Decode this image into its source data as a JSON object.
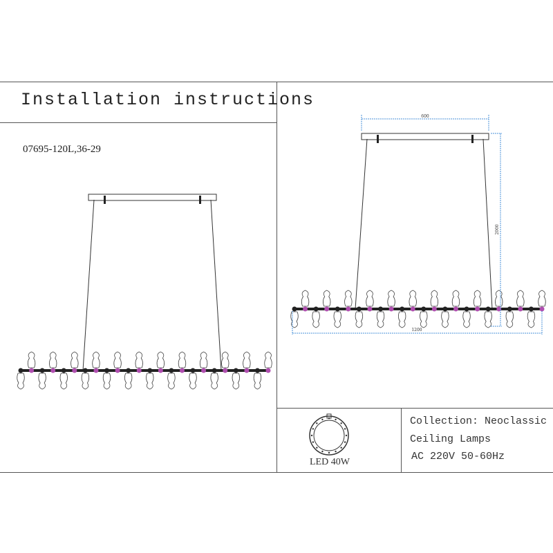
{
  "title": "Installation instructions",
  "model": "07695-120L,36-29",
  "dimensions": {
    "width": "600",
    "height": "2000",
    "length": "1200"
  },
  "led_label": "LED 40W",
  "specs": {
    "collection": "Collection: Neoclassic",
    "type": "Ceiling Lamps",
    "voltage": "AC 220V",
    "frequency": "50-60Hz"
  },
  "colors": {
    "line": "#333333",
    "dimension": "#4a90d9",
    "accent": "#b04fb0"
  }
}
